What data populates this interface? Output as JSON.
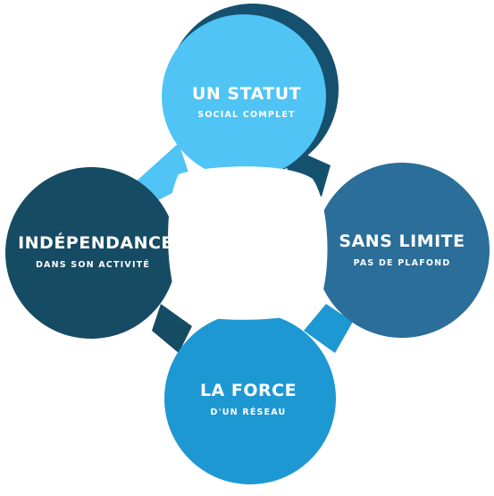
{
  "colors": {
    "top": "#4FC4F5",
    "top_shadow": "#16506F",
    "right": "#2A6E99",
    "bottom": "#1E98D2",
    "left": "#164B64",
    "center": "#ffffff",
    "text": "#ffffff"
  },
  "nodes": {
    "top": {
      "title": "UN STATUT",
      "subtitle": "SOCIAL COMPLET"
    },
    "right": {
      "title": "SANS LIMITE",
      "subtitle": "PAS DE PLAFOND"
    },
    "bottom": {
      "title": "LA FORCE",
      "subtitle": "D'UN RÉSEAU"
    },
    "left": {
      "title": "INDÉPENDANCE",
      "subtitle": "DANS SON ACTIVITÉ"
    }
  }
}
